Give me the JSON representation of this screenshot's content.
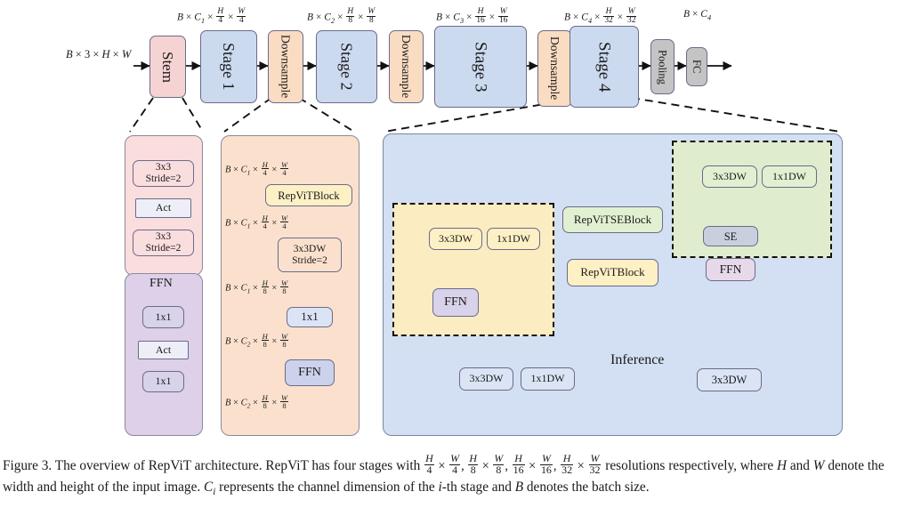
{
  "figure": {
    "input_label": "B × 3 × H × W",
    "pipeline": [
      {
        "name": "Stem",
        "label": "Stem",
        "color": "#f6d3d3"
      },
      {
        "name": "Stage 1",
        "label": "Stage 1",
        "color": "#ccdaf0",
        "shape": "B × C1 × H/4 × W/4"
      },
      {
        "name": "Downsample",
        "label": "Downsample",
        "color": "#fadcc2"
      },
      {
        "name": "Stage 2",
        "label": "Stage 2",
        "color": "#ccdaf0",
        "shape": "B × C2 × H/8 × W/8"
      },
      {
        "name": "Downsample",
        "label": "Downsample",
        "color": "#fadcc2"
      },
      {
        "name": "Stage 3",
        "label": "Stage 3",
        "color": "#ccdaf0",
        "shape": "B × C3 × H/16 × W/16"
      },
      {
        "name": "Downsample",
        "label": "Downsample",
        "color": "#fadcc2"
      },
      {
        "name": "Stage 4",
        "label": "Stage 4",
        "color": "#ccdaf0",
        "shape": "B × C4 × H/32 × W/32"
      },
      {
        "name": "Pooling",
        "label": "Pooling",
        "color": "#c4c4c4"
      },
      {
        "name": "FC",
        "label": "FC",
        "color": "#c4c4c4",
        "shape": "B × C4"
      }
    ],
    "stem_panel": {
      "blocks": [
        "3x3 Stride=2",
        "Act",
        "3x3 Stride=2"
      ],
      "block_lines": [
        [
          "3x3",
          "Stride=2"
        ],
        [
          "Act"
        ],
        [
          "3x3",
          "Stride=2"
        ]
      ]
    },
    "ffn_panel": {
      "title": "FFN",
      "blocks": [
        "1x1",
        "Act",
        "1x1"
      ],
      "op": "plus"
    },
    "downsample_panel": {
      "shapes": [
        "B × C1 × H/4 × W/4",
        "B × C1 × H/4 × W/4",
        "B × C1 × H/8 × W/8",
        "B × C2 × H/8 × W/8",
        "B × C2 × H/8 × W/8"
      ],
      "blocks": [
        "RepViTBlock",
        "3x3DW Stride=2",
        "1x1",
        "FFN"
      ],
      "block_lines": [
        [
          "RepViTBlock"
        ],
        [
          "3x3DW",
          "Stride=2"
        ],
        [
          "1x1"
        ],
        [
          "FFN"
        ]
      ]
    },
    "stage4_panel": {
      "repvit_block_detail": {
        "branches": [
          "3x3DW",
          "1x1DW"
        ],
        "after": "FFN"
      },
      "mid_column": [
        "RepViTSEBlock",
        "RepViTBlock"
      ],
      "repvit_se_block_detail": {
        "branches": [
          "3x3DW",
          "1x1DW"
        ],
        "after": [
          "SE",
          "FFN"
        ]
      },
      "inference": {
        "label": "Inference",
        "before_branches": [
          "3x3DW",
          "1x1DW"
        ],
        "after": "3x3DW"
      }
    }
  },
  "caption": {
    "p1": "Figure 3. The overview of RepViT architecture. RepViT has four stages with ",
    "p2": " resolutions respectively, where ",
    "h": "H",
    "p3": " and ",
    "w": "W",
    "p4": " denote the width and height of the input image. ",
    "ci": "Ci",
    "p5": " represents the channel dimension of the ",
    "ith": "i",
    "p6": "-th stage and ",
    "b": "B",
    "p7": " denotes the batch size."
  },
  "colors": {
    "stem": "#f6d3d3",
    "stage": "#ccdaf0",
    "downsample": "#fadcc2",
    "grey": "#c4c4c4",
    "panel_pink": "#fadddd",
    "panel_purple": "#ddd0e8",
    "panel_peach": "#fbe1cd",
    "panel_blue": "#d3dff2",
    "panel_yellow": "#fcecc2",
    "panel_green": "#dfeccd",
    "box_blue": "#dae4f5",
    "box_purple": "#d8d2ea",
    "box_yellow": "#fdf0c5",
    "box_green": "#e2f0d2",
    "box_grey": "#c8d0de",
    "arrow": "#111111"
  }
}
